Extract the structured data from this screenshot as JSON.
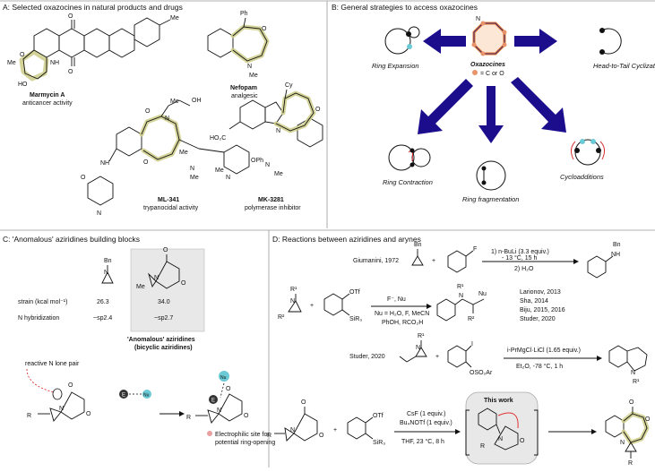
{
  "panelA": {
    "title": "A: Selected oxazocines in natural products and drugs",
    "compounds": [
      {
        "name": "Marmycin A",
        "activity": "anticancer activity"
      },
      {
        "name": "Nefopam",
        "activity": "analgesic"
      },
      {
        "name": "ML-341",
        "activity": "trypanocidal activity"
      },
      {
        "name": "MK-3281",
        "activity": "polymerase inhibitor"
      }
    ],
    "atoms": {
      "me": "Me",
      "ho": "HO",
      "nh": "NH",
      "ph": "Ph",
      "n": "N",
      "oh": "OH",
      "o": "O",
      "nh2": "NH",
      "oph": "OPh",
      "cy": "Cy",
      "ho2c": "HO₂C"
    }
  },
  "panelB": {
    "title": "B: General strategies to access oxazocines",
    "center_label": "Oxazocines",
    "center_sub": "= C or O",
    "strategies": [
      "Ring Expansion",
      "Head-to-Tail Cyclizations",
      "Ring Contraction",
      "Ring fragmentation",
      "Cycloadditions"
    ],
    "colors": {
      "arrow": "#1c0d8c",
      "ring": "#e07b2f",
      "node": "#e8936a",
      "teal": "#6cc9d6"
    }
  },
  "panelC": {
    "title": "C: 'Anomalous' aziridines building blocks",
    "rows": [
      {
        "label": "strain (kcal mol⁻¹)",
        "a": "26.3",
        "b": "34.0"
      },
      {
        "label": "N hybridization",
        "a": "~sp2.4",
        "b": "~sp2.7"
      }
    ],
    "box_title_1": "'Anomalous' aziridines",
    "box_title_2": "(bicyclic aziridines)",
    "lone_pair": "reactive N lone pair",
    "electrophilic": "Electrophilic site for",
    "electrophilic_2": "potential ring-opening",
    "e": "E",
    "nu": "Nu",
    "bn": "Bn",
    "me": "Me",
    "r": "R"
  },
  "panelD": {
    "title": "D: Reactions between aziridines and arynes",
    "reactions": [
      {
        "author": "Giumanini, 1972",
        "conditions": [
          "1) n-BuLi (3.3 equiv.)",
          "- 13 °C, 15 h",
          "2) H₂O"
        ]
      },
      {
        "conditions": [
          "F⁻, Nu",
          "Nu = H₂O, F, MeCN",
          "PhOH, RCO₂H"
        ],
        "refs": [
          "Larionov, 2013",
          "Sha, 2014",
          "Biju, 2015, 2016",
          "Studer, 2020"
        ]
      },
      {
        "author": "Studer, 2020",
        "conditions": [
          "i-PrMgCl·LiCl (1.65 equiv.)",
          "Et₂O, -78 °C, 1 h"
        ]
      },
      {
        "conditions": [
          "CsF (1 equiv.)",
          "Bu₄NOTf (1 equiv.)",
          "THF, 23 °C, 8 h"
        ],
        "box": "This work"
      }
    ],
    "atoms": {
      "otf": "OTf",
      "sir3": "SiR₃",
      "i": "I",
      "oso2ar": "OSO₂Ar",
      "f": "F",
      "bn": "Bn",
      "nh": "NH",
      "n": "N",
      "r1": "R¹",
      "r2": "R²",
      "nu": "Nu",
      "r": "R",
      "o": "O"
    }
  }
}
